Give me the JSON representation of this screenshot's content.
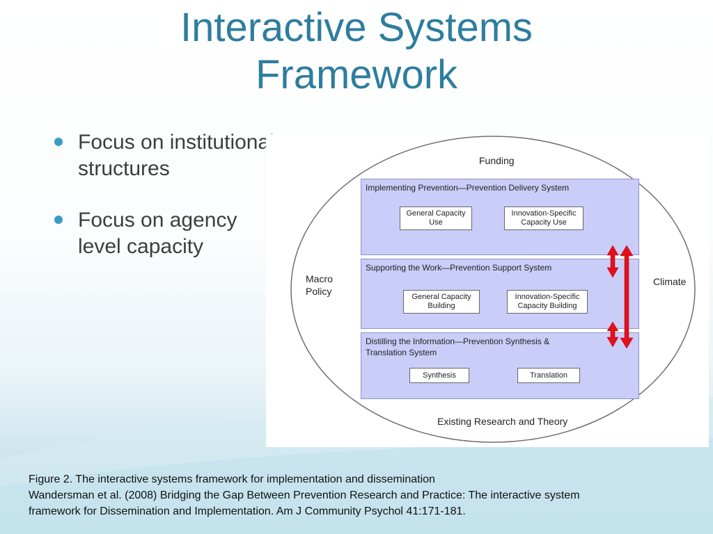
{
  "slide": {
    "title_line1": "Interactive Systems",
    "title_line2": "Framework",
    "bullets": [
      {
        "line1": "Focus on institutional",
        "line2": "structures"
      },
      {
        "line1": "Focus on agency",
        "line2": "level capacity"
      }
    ]
  },
  "diagram": {
    "funding": "Funding",
    "macro_line1": "Macro",
    "macro_line2": "Policy",
    "climate": "Climate",
    "existing": "Existing Research and Theory",
    "systems": [
      {
        "title": "Implementing Prevention—Prevention Delivery System",
        "boxes": [
          {
            "l1": "General Capacity",
            "l2": "Use"
          },
          {
            "l1": "Innovation-Specific",
            "l2": "Capacity Use"
          }
        ]
      },
      {
        "title": "Supporting the Work—Prevention Support System",
        "boxes": [
          {
            "l1": "General Capacity",
            "l2": "Building"
          },
          {
            "l1": "Innovation-Specific",
            "l2": "Capacity Building"
          }
        ]
      },
      {
        "title_line1": "Distilling the Information—Prevention Synthesis &",
        "title_line2": "Translation System",
        "boxes": [
          {
            "l1": "Synthesis"
          },
          {
            "l1": "Translation"
          }
        ]
      }
    ],
    "arrow_color": "#e3101c"
  },
  "caption": {
    "line1": "Figure 2. The interactive systems framework for implementation and dissemination",
    "line2": "Wandersman et al. (2008) Bridging the Gap Between Prevention Research and Practice: The interactive system",
    "line3": "framework for Dissemination and Implementation. Am J Community Psychol 41:171-181."
  }
}
